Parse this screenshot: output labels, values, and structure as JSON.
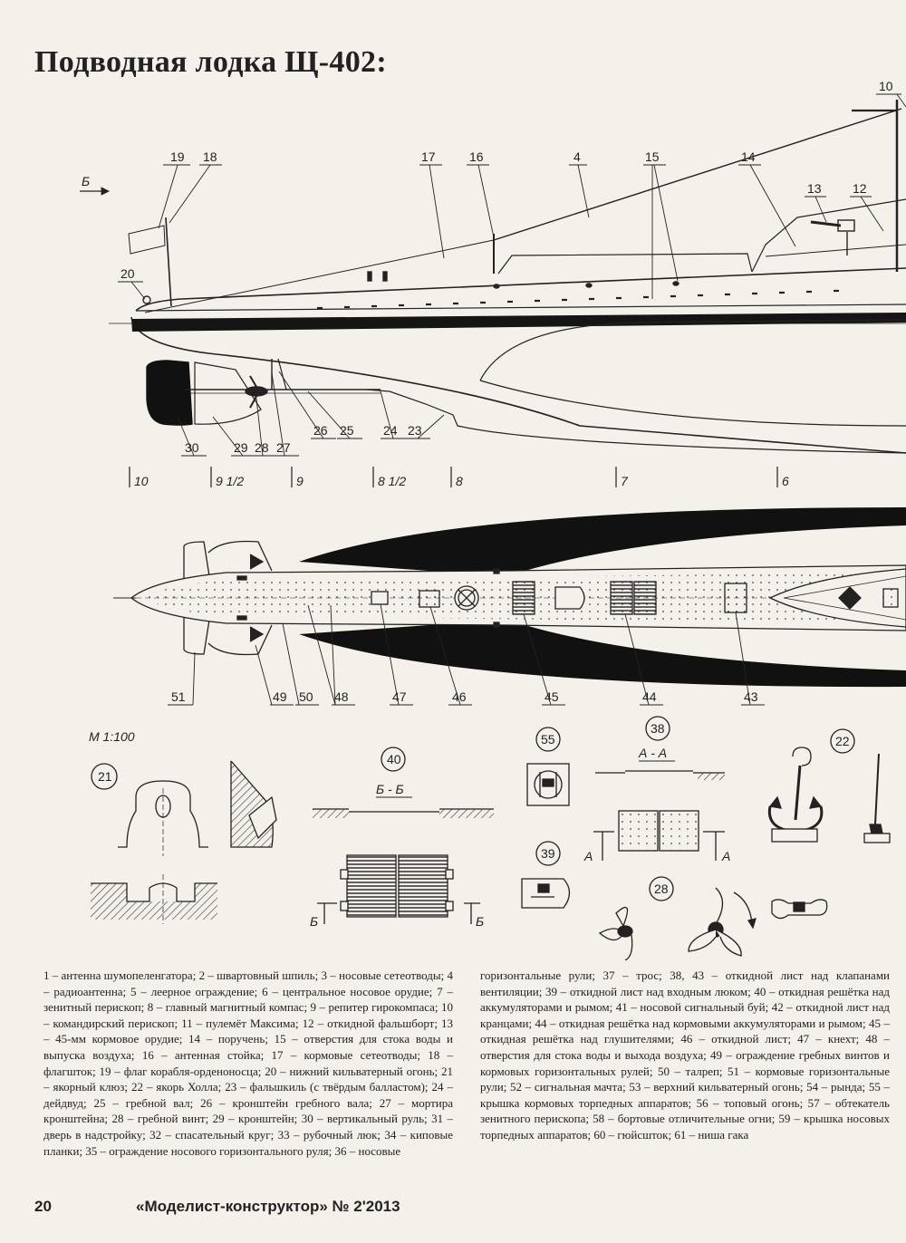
{
  "title": "Подводная лодка Щ-402:",
  "scale": "М 1:100",
  "view_marker": "Б",
  "profile_callouts": [
    {
      "n": "19"
    },
    {
      "n": "18"
    },
    {
      "n": "17"
    },
    {
      "n": "16"
    },
    {
      "n": "4"
    },
    {
      "n": "15"
    },
    {
      "n": "14"
    },
    {
      "n": "13"
    },
    {
      "n": "12"
    },
    {
      "n": "10"
    },
    {
      "n": "20"
    },
    {
      "n": "30"
    },
    {
      "n": "29"
    },
    {
      "n": "28"
    },
    {
      "n": "27"
    },
    {
      "n": "26"
    },
    {
      "n": "25"
    },
    {
      "n": "24"
    },
    {
      "n": "23"
    }
  ],
  "frame_marks": [
    "10",
    "9 1/2",
    "9",
    "8 1/2",
    "8",
    "7",
    "6"
  ],
  "plan_callouts": [
    "51",
    "49",
    "50",
    "48",
    "47",
    "46",
    "45",
    "44",
    "43"
  ],
  "details": {
    "d21": "21",
    "d40": "40",
    "d40_section": "Б - Б",
    "d40_mark": "Б",
    "d55": "55",
    "d38": "38",
    "d38_section": "А - А",
    "d38_mark": "А",
    "d39": "39",
    "d28": "28",
    "d22": "22"
  },
  "legend_left": "1 – антенна шумопеленгатора; 2 – швартовный шпиль; 3 – носовые сетеотводы; 4 – радиоантенна; 5 – леерное ограждение; 6 – центральное носовое орудие; 7 – зенитный перископ; 8 – главный магнитный компас; 9 – репитер гирокомпаса; 10 – командирский перископ; 11 – пулемёт Максима; 12 – откидной фальшборт; 13 – 45-мм кормовое орудие; 14 – поручень; 15 – отверстия для стока воды и выпуска воздуха; 16 – антенная стойка; 17 – кормовые сетеотводы; 18 – флагшток; 19 – флаг корабля-орденоносца; 20 – нижний кильватерный огонь; 21 – якорный клюз; 22 – якорь Холла; 23 – фальшкиль (с твёрдым балластом); 24 – дейдвуд; 25 – гребной вал; 26 – кронштейн гребного вала; 27 – мортира кронштейна; 28 – гребной винт; 29 – кронштейн; 30 – вертикальный руль; 31 – дверь в надстройку; 32 – спасательный круг; 33 – рубочный люк; 34 – киповые планки; 35 – ограждение носового горизонтального руля; 36 – носовые",
  "legend_right": "горизонтальные рули; 37 – трос; 38, 43 – откидной лист над клапанами вентиляции; 39 – откидной лист над входным люком; 40 – откидная решётка над аккумуляторами и рымом; 41 – носовой сигнальный буй; 42 – откидной лист над кранцами; 44 – откидная решётка над кормовыми аккумуляторами и рымом; 45 – откидная решётка над глушителями; 46 – откидной лист; 47 – кнехт; 48 – отверстия для стока воды и выхода воздуха; 49 – ограждение гребных винтов и кормовых горизонтальных рулей; 50 – талреп; 51 – кормовые горизонтальные рули; 52 – сигнальная мачта; 53 – верхний кильватерный огонь; 54 – рында; 55 – крышка кормовых торпедных аппаратов; 56 – топовый огонь; 57 – обтекатель зенитного перископа; 58 – бортовые отличительные огни; 59 – крышка носовых торпедных аппаратов; 60 – гюйсшток; 61 – ниша гака",
  "footer": {
    "page": "20",
    "magazine": "«Моделист-конструктор» № 2'2013"
  }
}
